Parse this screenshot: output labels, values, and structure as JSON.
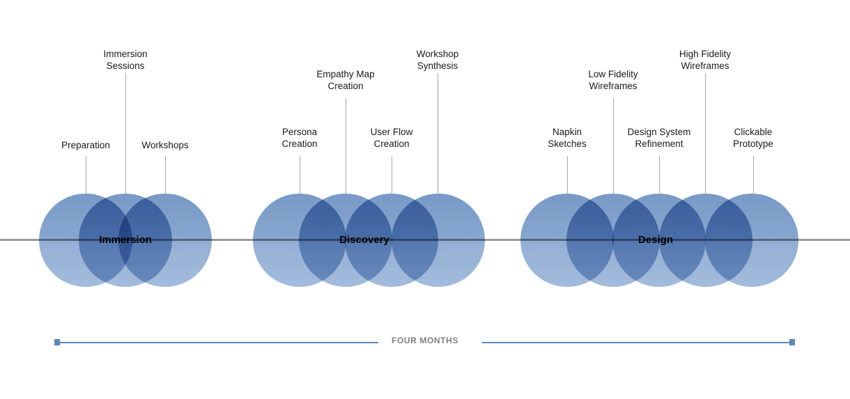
{
  "diagram": {
    "type": "phase-timeline",
    "duration_label": "FOUR MONTHS",
    "axis_color": "#9a9a9a",
    "circle_color": "#6d93c4",
    "circle_overlap_color": "#4a76ab",
    "accent_color": "#5b87b8",
    "duration_text_color": "#808080"
  },
  "phases": [
    {
      "name": "Immersion",
      "label": "Immersion",
      "tasks": [
        {
          "label": "Preparation",
          "lines": "Preparation"
        },
        {
          "label": "Immersion Sessions",
          "lines": "Immersion\nSessions"
        },
        {
          "label": "Workshops",
          "lines": "Workshops"
        }
      ]
    },
    {
      "name": "Discovery",
      "label": "Discovery",
      "tasks": [
        {
          "label": "Persona Creation",
          "lines": "Persona\nCreation"
        },
        {
          "label": "Empathy Map Creation",
          "lines": "Empathy Map\nCreation"
        },
        {
          "label": "User Flow Creation",
          "lines": "User Flow\nCreation"
        },
        {
          "label": "Workshop Synthesis",
          "lines": "Workshop\nSynthesis"
        }
      ]
    },
    {
      "name": "Design",
      "label": "Design",
      "tasks": [
        {
          "label": "Napkin Sketches",
          "lines": "Napkin\nSketches"
        },
        {
          "label": "Low Fidelity Wireframes",
          "lines": "Low Fidelity\nWireframes"
        },
        {
          "label": "Design System Refinement",
          "lines": "Design System\nRefinement"
        },
        {
          "label": "High Fidelity Wireframes",
          "lines": "High Fidelity\nWireframes"
        },
        {
          "label": "Clickable Prototype",
          "lines": "Clickable\nPrototype"
        }
      ]
    }
  ]
}
